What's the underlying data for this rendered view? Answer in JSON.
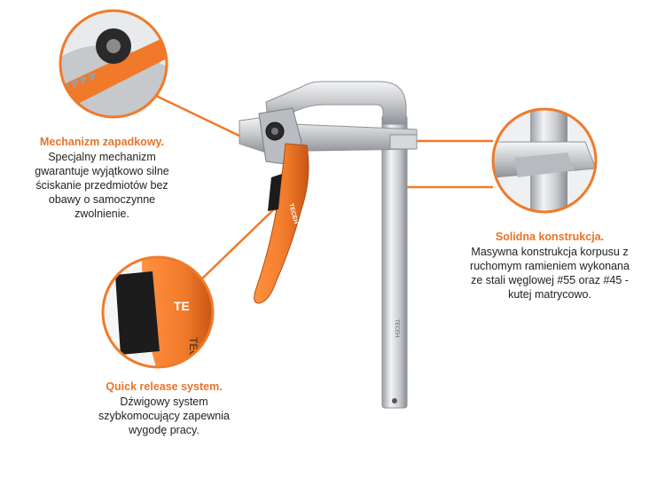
{
  "colors": {
    "accent": "#f07a2a",
    "accent_dark": "#d9601a",
    "steel": "#c9cbcf",
    "steel_light": "#eceef0",
    "steel_dark": "#8e9196",
    "black": "#1c1c1c"
  },
  "brand": {
    "logo_text": "TECEH"
  },
  "callouts": {
    "ratchet": {
      "title": "Mechanizm zapadkowy.",
      "lines": [
        "Specjalny mechanizm",
        "gwarantuje wyjątkowo silne",
        "ściskanie przedmiotów bez",
        "obawy o samoczynne",
        "zwolnienie."
      ]
    },
    "construction": {
      "title": "Solidna konstrukcja.",
      "lines": [
        "Masywna konstrukcja korpusu z",
        "ruchomym ramieniem wykonana",
        "ze stali węglowej #55 oraz #45 -",
        "kutej matrycowo."
      ]
    },
    "quick_release": {
      "title": "Quick release system.",
      "lines": [
        "Dźwigowy system",
        "szybkomocujący zapewnia",
        "wygodę pracy."
      ]
    }
  }
}
